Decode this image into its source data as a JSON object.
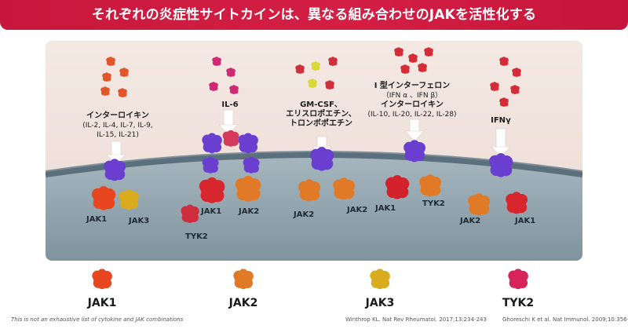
{
  "title": "それぞれの炎症性サイトカインは、異なる組み合わせのJAKを活性化する",
  "cytokines": [
    {
      "lines": [
        "インターロイキン",
        "(IL-2, IL-4, IL-7, IL-9,",
        "IL-15, IL-21)"
      ],
      "jaks": [
        "JAK1",
        "JAK3"
      ]
    },
    {
      "lines": [
        "IL-6"
      ],
      "jaks": [
        "JAK1",
        "JAK2",
        "TYK2"
      ]
    },
    {
      "lines": [
        "GM-CSF、",
        "エリスロポエチン、",
        "トロンボポエチン"
      ],
      "jaks": [
        "JAK2",
        "JAK2"
      ]
    },
    {
      "lines": [
        "I 型インターフェロン",
        "（IFN α 、IFN β）",
        "インターロイキン",
        "(IL-10, IL-20, IL-22, IL-28)"
      ],
      "jaks": [
        "JAK1",
        "TYK2"
      ]
    },
    {
      "lines": [
        "IFNγ"
      ],
      "jaks": [
        "JAK2",
        "JAK1"
      ]
    }
  ],
  "legend": [
    {
      "label": "JAK1",
      "color": "#e8461f"
    },
    {
      "label": "JAK2",
      "color": "#e07a26"
    },
    {
      "label": "JAK3",
      "color": "#d9ac20"
    },
    {
      "label": "TYK2",
      "color": "#d6245a"
    }
  ],
  "colors": {
    "cytokine_red": "#d43a2a",
    "receptor_purple": "#6a3fd0",
    "cell_interior": "#8fa3ae",
    "membrane": "#5b6f7c"
  },
  "footnotes": {
    "disclaimer": "This is not an exhaustive list of cytokine and JAK combinations",
    "ref1": "Winthrop KL. Nat Rev Rheumatol. 2017;13:234-243",
    "ref2": "Ghoreschi K et al. Nat Immunol. 2009;10:356-360."
  }
}
